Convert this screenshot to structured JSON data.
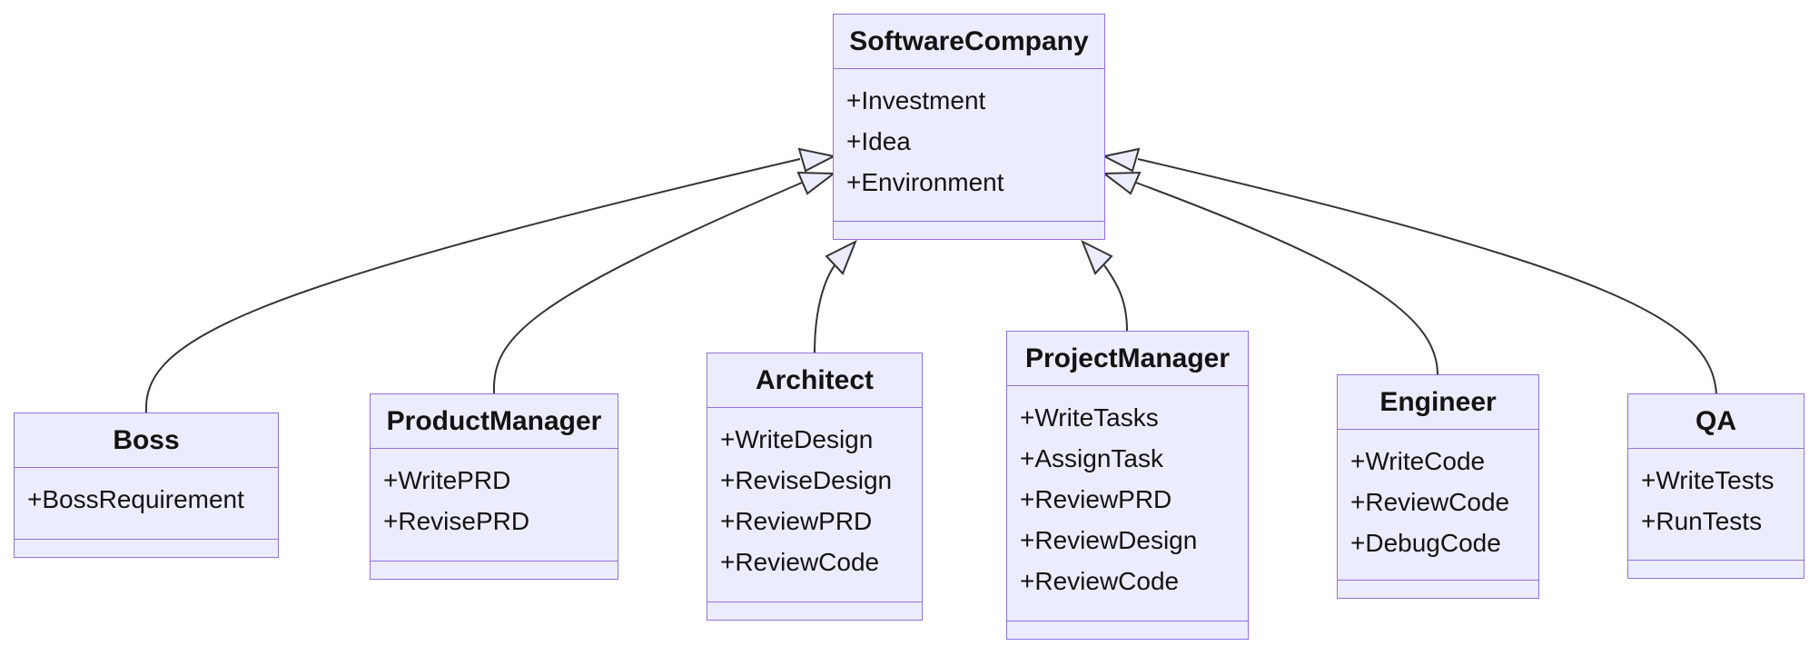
{
  "diagram": {
    "type": "uml_class_diagram",
    "background": "#FFFFFF",
    "colors": {
      "class_fill": "#ECECFF",
      "class_border": "#9370DB",
      "edge_line": "#333333",
      "text": "#131313"
    },
    "classes": [
      {
        "name": "SoftwareCompany",
        "attributes": [
          "+Investment",
          "+Idea",
          "+Environment"
        ],
        "methods": []
      },
      {
        "name": "Boss",
        "attributes": [
          "+BossRequirement"
        ],
        "methods": []
      },
      {
        "name": "ProductManager",
        "attributes": [
          "+WritePRD",
          "+RevisePRD"
        ],
        "methods": []
      },
      {
        "name": "Architect",
        "attributes": [
          "+WriteDesign",
          "+ReviseDesign",
          "+ReviewPRD",
          "+ReviewCode"
        ],
        "methods": []
      },
      {
        "name": "ProjectManager",
        "attributes": [
          "+WriteTasks",
          "+AssignTask",
          "+ReviewPRD",
          "+ReviewDesign",
          "+ReviewCode"
        ],
        "methods": []
      },
      {
        "name": "Engineer",
        "attributes": [
          "+WriteCode",
          "+ReviewCode",
          "+DebugCode"
        ],
        "methods": []
      },
      {
        "name": "QA",
        "attributes": [
          "+WriteTests",
          "+RunTests"
        ],
        "methods": []
      }
    ],
    "relationships": [
      {
        "from": "Boss",
        "to": "SoftwareCompany",
        "type": "inheritance"
      },
      {
        "from": "ProductManager",
        "to": "SoftwareCompany",
        "type": "inheritance"
      },
      {
        "from": "Architect",
        "to": "SoftwareCompany",
        "type": "inheritance"
      },
      {
        "from": "ProjectManager",
        "to": "SoftwareCompany",
        "type": "inheritance"
      },
      {
        "from": "Engineer",
        "to": "SoftwareCompany",
        "type": "inheritance"
      },
      {
        "from": "QA",
        "to": "SoftwareCompany",
        "type": "inheritance"
      }
    ]
  }
}
